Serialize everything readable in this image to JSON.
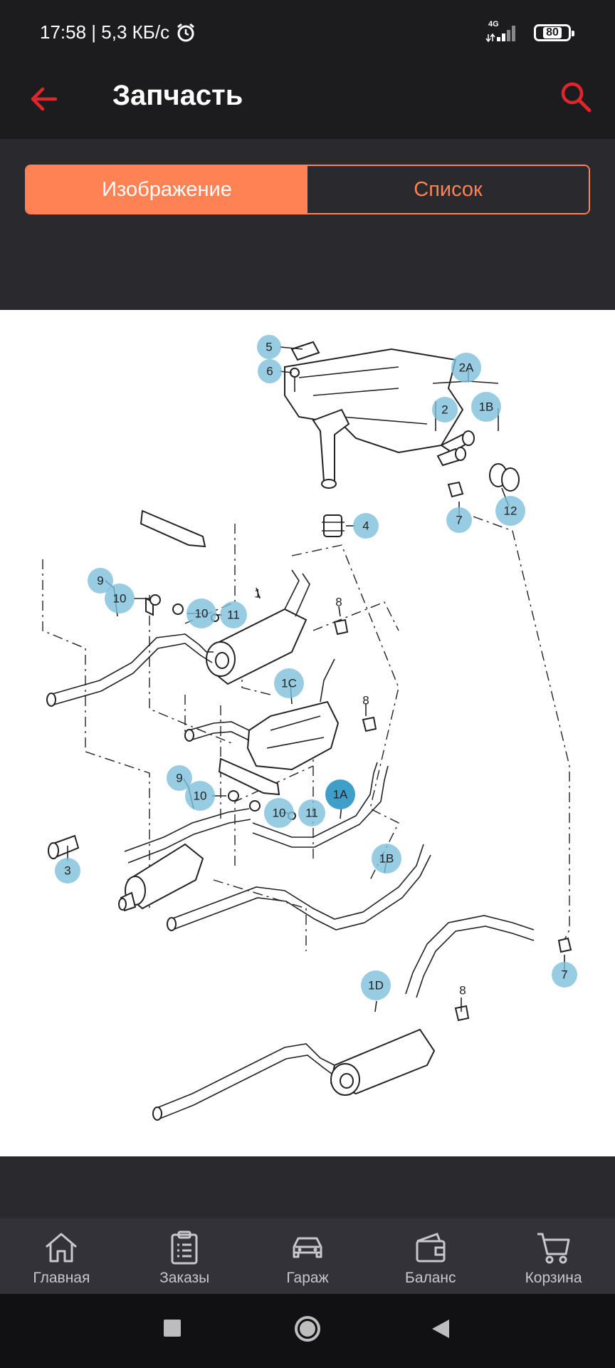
{
  "status_bar": {
    "time_speed": "17:58 | 5,3 КБ/с",
    "network": "4G",
    "battery": "80"
  },
  "app_bar": {
    "title": "Запчасть",
    "back_icon": "arrow-left-icon",
    "search_icon": "search-icon",
    "accent_color": "#e0262b"
  },
  "tabs": [
    {
      "label": "Изображение",
      "active": true
    },
    {
      "label": "Список",
      "active": false
    }
  ],
  "tab_accent": "#ff8255",
  "diagram": {
    "callouts": [
      {
        "label": "5"
      },
      {
        "label": "6"
      },
      {
        "label": "2A"
      },
      {
        "label": "2"
      },
      {
        "label": "1B"
      },
      {
        "label": "4"
      },
      {
        "label": "7"
      },
      {
        "label": "12"
      },
      {
        "label": "9"
      },
      {
        "label": "10"
      },
      {
        "label": "10"
      },
      {
        "label": "11"
      },
      {
        "label": "1C"
      },
      {
        "label": "9"
      },
      {
        "label": "10"
      },
      {
        "label": "10"
      },
      {
        "label": "11"
      },
      {
        "label": "1A"
      },
      {
        "label": "1B"
      },
      {
        "label": "3"
      },
      {
        "label": "7"
      },
      {
        "label": "1D"
      }
    ],
    "plain_labels": [
      {
        "label": "1"
      },
      {
        "label": "8"
      },
      {
        "label": "8"
      },
      {
        "label": "8"
      }
    ]
  },
  "bottom_nav": [
    {
      "label": "Главная",
      "icon": "home-icon"
    },
    {
      "label": "Заказы",
      "icon": "clipboard-list-icon"
    },
    {
      "label": "Гараж",
      "icon": "car-icon"
    },
    {
      "label": "Баланс",
      "icon": "wallet-icon"
    },
    {
      "label": "Корзина",
      "icon": "cart-icon"
    }
  ],
  "system_nav": {
    "recents_icon": "square-icon",
    "home_icon": "circle-icon",
    "back_icon": "triangle-back-icon"
  }
}
